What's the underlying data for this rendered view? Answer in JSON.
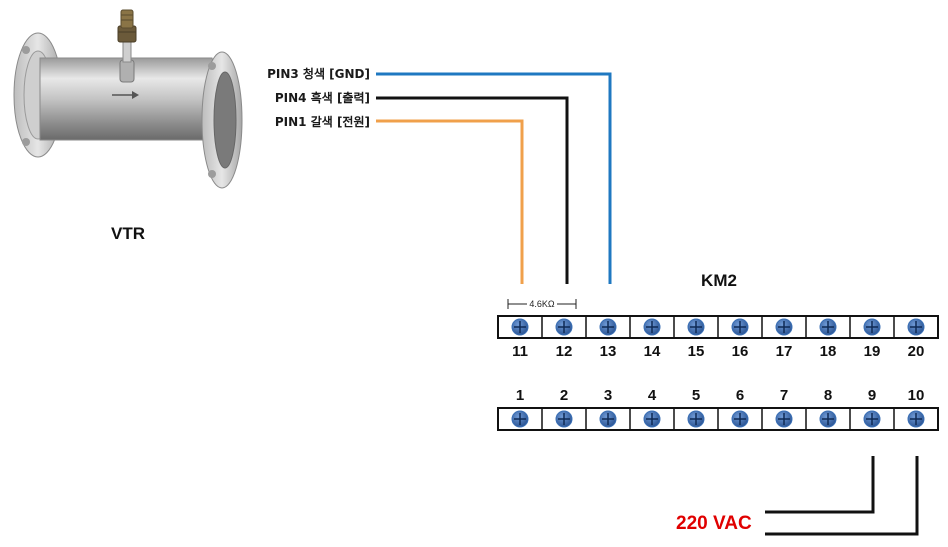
{
  "device": {
    "name": "VTR"
  },
  "pins": [
    {
      "label": "PIN3 청색 [GND]"
    },
    {
      "label": "PIN4 흑색 [출력]"
    },
    {
      "label": "PIN1 갈색 [전원]"
    }
  ],
  "wire_colors": {
    "blue": "#1f78c1",
    "black": "#111111",
    "orange": "#f0a04b",
    "power": "#111111"
  },
  "terminal_block": {
    "name": "KM2",
    "top_row": [
      "11",
      "12",
      "13",
      "14",
      "15",
      "16",
      "17",
      "18",
      "19",
      "20"
    ],
    "bottom_row": [
      "1",
      "2",
      "3",
      "4",
      "5",
      "6",
      "7",
      "8",
      "9",
      "10"
    ],
    "screw_color": "#3a6fb5"
  },
  "resistor": {
    "label": "4.6KΩ"
  },
  "power": {
    "label": "220 VAC"
  }
}
